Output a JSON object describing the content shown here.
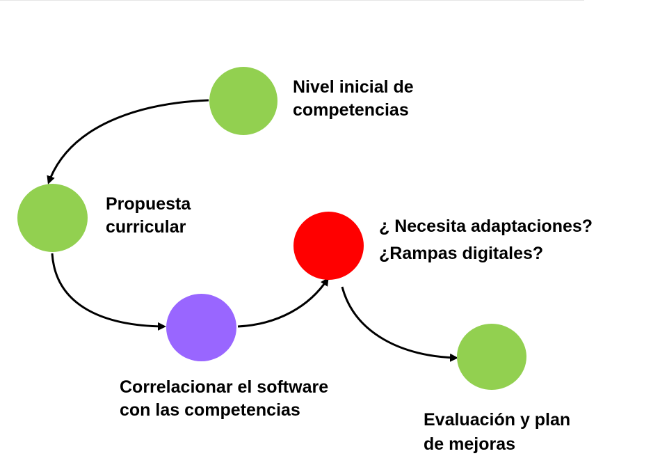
{
  "diagram": {
    "nodes": [
      {
        "id": "nivel-inicial",
        "color": "#92d050",
        "lines": [
          "Nivel inicial de",
          "competencias"
        ]
      },
      {
        "id": "propuesta",
        "color": "#92d050",
        "lines": [
          "Propuesta",
          "curricular"
        ]
      },
      {
        "id": "correlacionar",
        "color": "#9966ff",
        "lines": [
          "Correlacionar el software",
          "con las competencias"
        ]
      },
      {
        "id": "adaptaciones",
        "color": "#ff0000",
        "lines": [
          "¿ Necesita adaptaciones?",
          "¿Rampas digitales?"
        ]
      },
      {
        "id": "evaluacion",
        "color": "#92d050",
        "lines": [
          "Evaluación y plan",
          "de mejoras"
        ]
      }
    ],
    "edges": [
      {
        "from": "nivel-inicial",
        "to": "propuesta"
      },
      {
        "from": "propuesta",
        "to": "correlacionar"
      },
      {
        "from": "correlacionar",
        "to": "adaptaciones"
      },
      {
        "from": "adaptaciones",
        "to": "evaluacion"
      }
    ]
  }
}
